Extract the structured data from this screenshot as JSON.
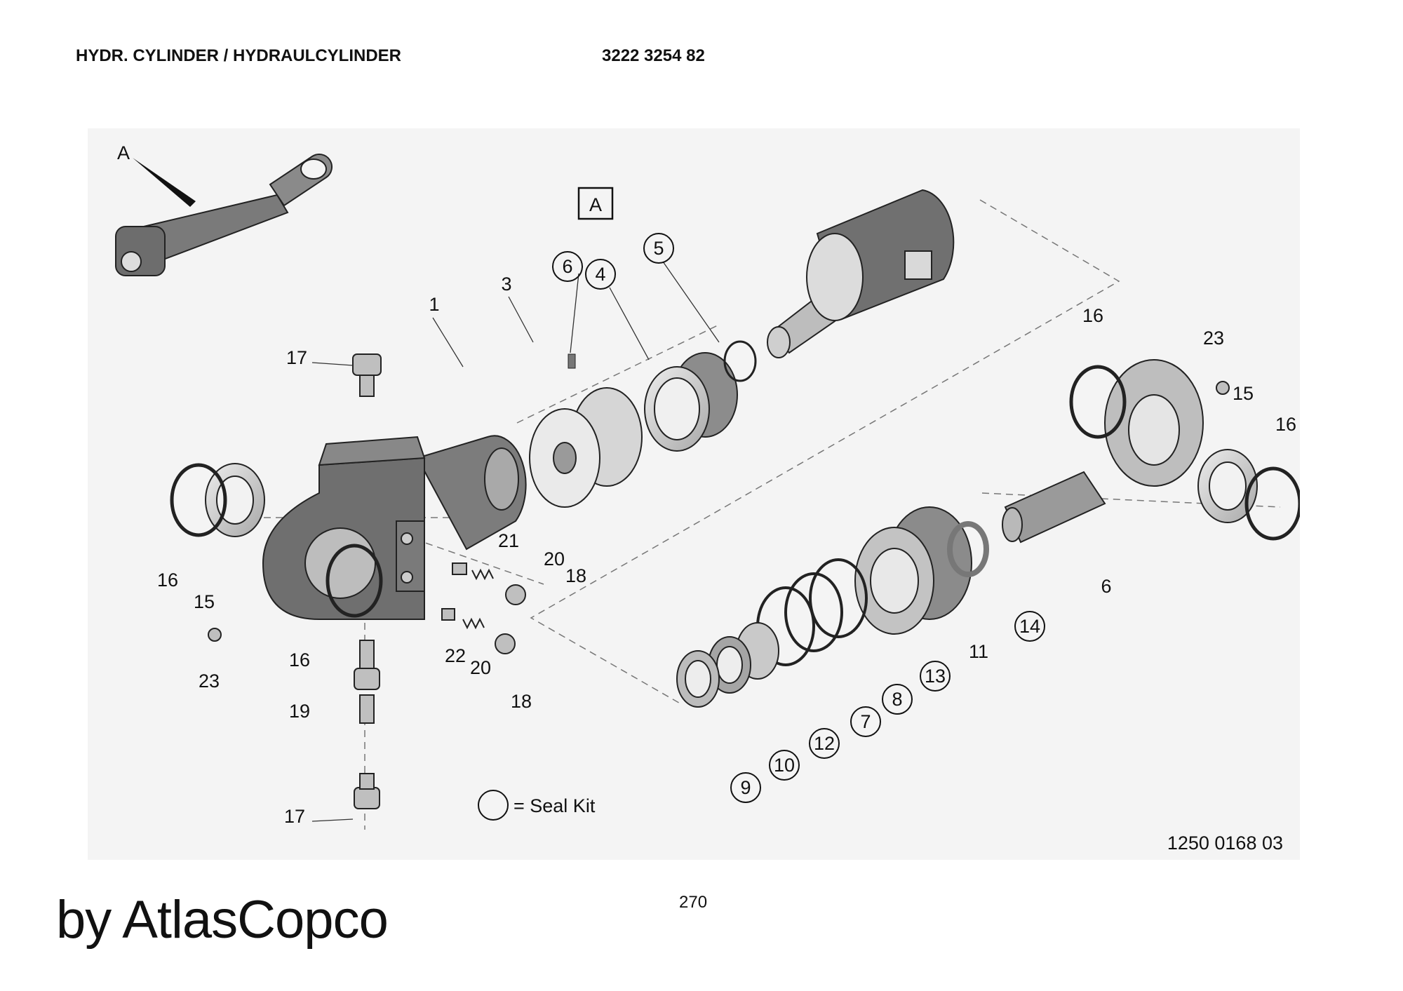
{
  "header": {
    "title": "HYDR. CYLINDER / HYDRAULCYLINDER",
    "doc_number": "3222 3254 82"
  },
  "diagram": {
    "view_marker": "A",
    "view_box_label": "A",
    "legend_text": "= Seal Kit",
    "drawing_number": "1250 0168 03",
    "callouts": [
      {
        "id": "c1",
        "text": "1",
        "circled": false
      },
      {
        "id": "c3",
        "text": "3",
        "circled": false
      },
      {
        "id": "c4",
        "text": "4",
        "circled": true
      },
      {
        "id": "c5",
        "text": "5",
        "circled": true
      },
      {
        "id": "c6a",
        "text": "6",
        "circled": true
      },
      {
        "id": "c6b",
        "text": "6",
        "circled": false
      },
      {
        "id": "c7",
        "text": "7",
        "circled": true
      },
      {
        "id": "c8",
        "text": "8",
        "circled": true
      },
      {
        "id": "c9",
        "text": "9",
        "circled": true
      },
      {
        "id": "c10",
        "text": "10",
        "circled": true
      },
      {
        "id": "c11",
        "text": "11",
        "circled": false
      },
      {
        "id": "c12",
        "text": "12",
        "circled": true
      },
      {
        "id": "c13",
        "text": "13",
        "circled": true
      },
      {
        "id": "c14",
        "text": "14",
        "circled": true
      },
      {
        "id": "c15a",
        "text": "15",
        "circled": false
      },
      {
        "id": "c15b",
        "text": "15",
        "circled": false
      },
      {
        "id": "c16a",
        "text": "16",
        "circled": false
      },
      {
        "id": "c16b",
        "text": "16",
        "circled": false
      },
      {
        "id": "c16c",
        "text": "16",
        "circled": false
      },
      {
        "id": "c16d",
        "text": "16",
        "circled": false
      },
      {
        "id": "c17a",
        "text": "17",
        "circled": false
      },
      {
        "id": "c17b",
        "text": "17",
        "circled": false
      },
      {
        "id": "c18a",
        "text": "18",
        "circled": false
      },
      {
        "id": "c18b",
        "text": "18",
        "circled": false
      },
      {
        "id": "c19",
        "text": "19",
        "circled": false
      },
      {
        "id": "c20a",
        "text": "20",
        "circled": false
      },
      {
        "id": "c20b",
        "text": "20",
        "circled": false
      },
      {
        "id": "c21",
        "text": "21",
        "circled": false
      },
      {
        "id": "c22",
        "text": "22",
        "circled": false
      },
      {
        "id": "c23a",
        "text": "23",
        "circled": false
      },
      {
        "id": "c23b",
        "text": "23",
        "circled": false
      }
    ]
  },
  "footer": {
    "page_number": "270",
    "brand": "by AtlasCopco"
  }
}
